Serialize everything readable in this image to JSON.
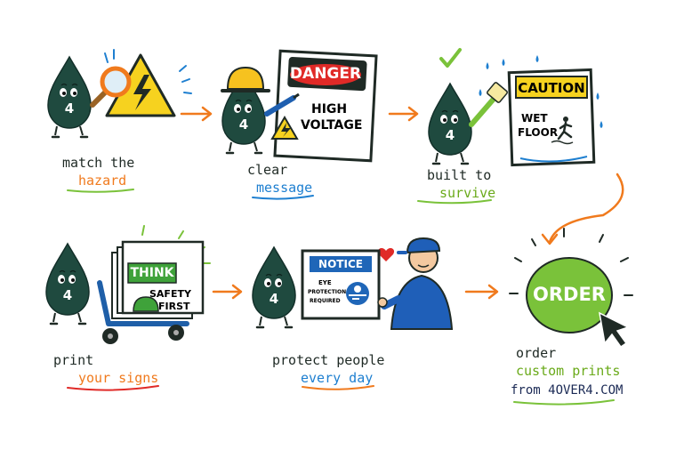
{
  "colors": {
    "drop": "#1f4a3f",
    "accent_orange": "#f07a1d",
    "accent_blue": "#1e7fd0",
    "accent_green": "#7ac23a",
    "danger_red": "#e02a27",
    "caution_yellow": "#f6d21f",
    "notice_blue": "#1f66b8"
  },
  "icons": [
    "water-drop-mascot",
    "magnifier-icon",
    "lightning-warning-icon",
    "hard-hat-icon",
    "paint-brush-icon",
    "hand-truck-icon",
    "cursor-arrow-icon",
    "heart-icon",
    "check-icon",
    "eye-protection-icon"
  ],
  "mascot": {
    "number": "4"
  },
  "steps": [
    {
      "line1": "match the",
      "line2": "hazard"
    },
    {
      "line1": "clear",
      "line2": "message",
      "sign": {
        "header": "DANGER",
        "line1": "HIGH",
        "line2": "VOLTAGE"
      }
    },
    {
      "line1": "built to",
      "line2": "survive",
      "sign": {
        "header": "CAUTION",
        "line1": "WET",
        "line2": "FLOOR"
      }
    },
    {
      "line1": "print",
      "line2": "your signs",
      "sign": {
        "header": "THINK",
        "line1": "SAFETY",
        "line2": "FIRST"
      }
    },
    {
      "line1": "protect people",
      "line2": "every day",
      "sign": {
        "header": "NOTICE",
        "line1": "EYE",
        "line2": "PROTECTION",
        "line3": "REQUIRED"
      }
    },
    {
      "line1": "order",
      "line2": "custom prints",
      "line3": "from 4OVER4.COM",
      "button": "ORDER"
    }
  ]
}
